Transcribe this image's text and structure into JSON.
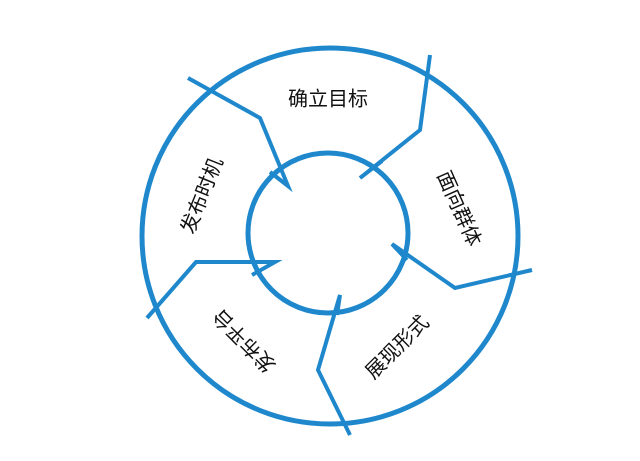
{
  "colors": {
    "stroke": "#1f88cc",
    "text": "#111111",
    "background": "#ffffff"
  },
  "cycle": {
    "stages": [
      {
        "label": "确立目标"
      },
      {
        "label": "面向群体"
      },
      {
        "label": "展现形式"
      },
      {
        "label": "发布平台"
      },
      {
        "label": "发布时机"
      }
    ]
  }
}
